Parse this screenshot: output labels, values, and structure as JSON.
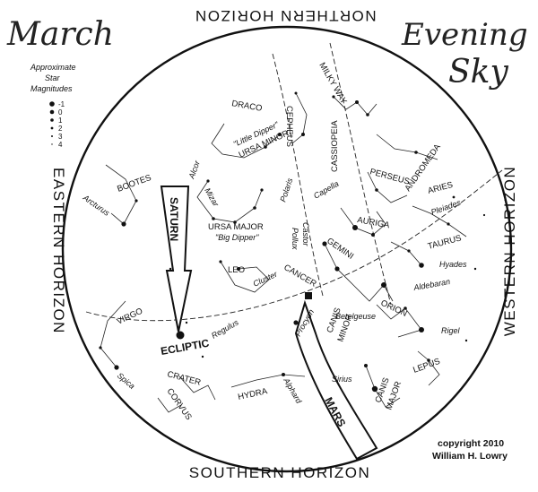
{
  "title": {
    "month": "March",
    "line1": "Evening",
    "line2": "Sky"
  },
  "horizons": {
    "north": "NORTHERN HORIZON",
    "south": "SOUTHERN HORIZON",
    "east": "EASTERN HORIZON",
    "west": "WESTERN HORIZON"
  },
  "legend": {
    "title_line1": "Approximate",
    "title_line2": "Star",
    "title_line3": "Magnitudes",
    "magnitudes": [
      "-1",
      "0",
      "1",
      "2",
      "3",
      "4"
    ]
  },
  "planets": {
    "saturn": "SATURN",
    "mars": "MARS"
  },
  "labels": {
    "milky_way": "MILKY WAY",
    "draco": "DRACO",
    "cepheus": "CEPHEUS",
    "cassiopeia": "CASSIOPEIA",
    "andromeda": "ANDROMEDA",
    "ursa_minor": "URSA MINOR",
    "little_dipper": "\"Little Dipper\"",
    "perseus": "PERSEUS",
    "aries": "ARIES",
    "pleiades": "Pleiades",
    "capella": "Capella",
    "auriga": "AURIGA",
    "taurus": "TAURUS",
    "hyades": "Hyades",
    "aldebaran": "Aldebaran",
    "bootes": "BOOTES",
    "arcturus": "Arcturus",
    "alcor": "Alcor",
    "mizar": "Mizar",
    "polaris": "Polaris",
    "ursa_major": "URSA MAJOR",
    "big_dipper": "\"Big Dipper\"",
    "castor": "Castor",
    "pollux": "Pollux",
    "gemini": "GEMINI",
    "cancer": "CANCER",
    "cluster": "Cluster",
    "leo": "LEO",
    "virgo": "VIRGO",
    "ecliptic": "ECLIPTIC",
    "regulus": "Regulus",
    "orion": "ORION",
    "betelgeuse": "Betelgeuse",
    "rigel": "Rigel",
    "procyon": "Procyon",
    "canis_minor_1": "CANIS",
    "canis_minor_2": "MINOR",
    "lepus": "LEPUS",
    "sirius": "Sirius",
    "canis_major_1": "CANIS",
    "canis_major_2": "MAJOR",
    "crater": "CRATER",
    "hydra": "HYDRA",
    "alphard": "Alphard",
    "spica": "Spica",
    "corvus": "CORVUS"
  },
  "copyright": {
    "line1": "copyright 2010",
    "line2": "William H. Lowry"
  }
}
